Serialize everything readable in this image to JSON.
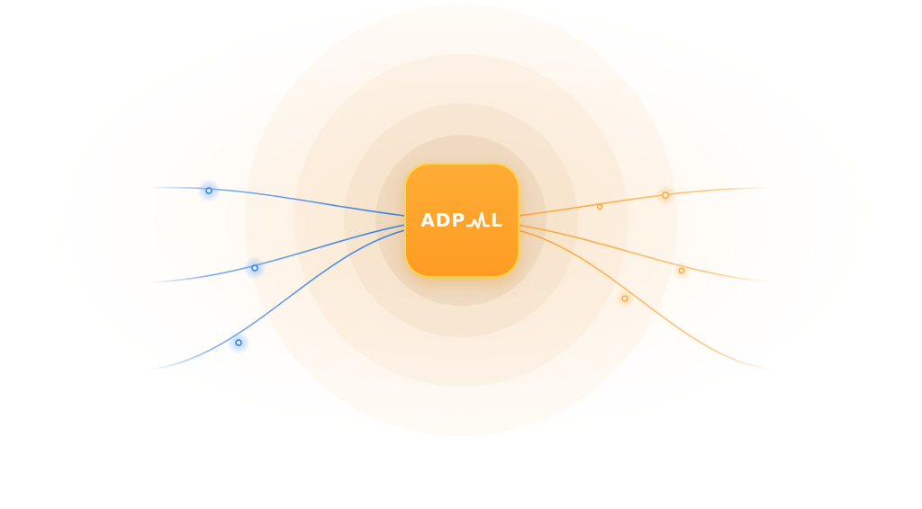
{
  "hub": {
    "logo_left": "ADP",
    "logo_right": "L",
    "logo_mark": "pulse-icon"
  },
  "colors": {
    "hub_fill": "#ff9f28",
    "hub_border": "#ffd64a",
    "left_links": "#2f7fe8",
    "right_links": "#ffa533",
    "glow": "#ffe3bf"
  },
  "left_links": [
    {
      "name": "left-link-1"
    },
    {
      "name": "left-link-2"
    },
    {
      "name": "left-link-3"
    }
  ],
  "right_links": [
    {
      "name": "right-link-1"
    },
    {
      "name": "right-link-2"
    },
    {
      "name": "right-link-3"
    }
  ]
}
